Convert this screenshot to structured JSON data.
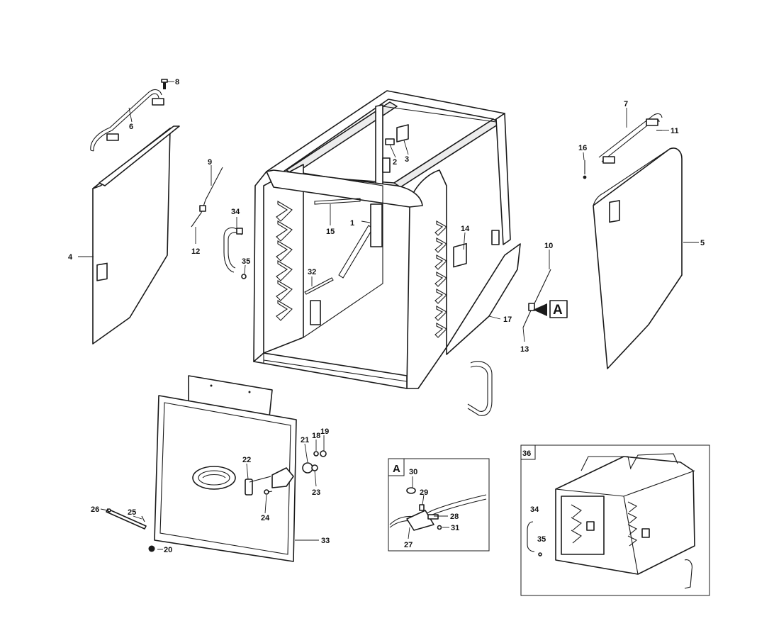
{
  "callouts": {
    "c1": "1",
    "c2": "2",
    "c3": "3",
    "c4": "4",
    "c5": "5",
    "c6": "6",
    "c7": "7",
    "c8": "8",
    "c9": "9",
    "c10": "10",
    "c11": "11",
    "c12": "12",
    "c13": "13",
    "c14": "14",
    "c15": "15",
    "c16": "16",
    "c17": "17",
    "c18": "18",
    "c19": "19",
    "c20": "20",
    "c21": "21",
    "c22": "22",
    "c23": "23",
    "c24": "24",
    "c25": "25",
    "c26": "26",
    "c27": "27",
    "c28": "28",
    "c29": "29",
    "c30": "30",
    "c31": "31",
    "c32": "32",
    "c33": "33",
    "c34": "34",
    "c35": "35"
  },
  "detail_view": {
    "tag": "A",
    "panel_label": "A"
  },
  "assembled_view": {
    "panel_label": "36",
    "callouts": {
      "c34": "34",
      "c35": "35"
    }
  }
}
